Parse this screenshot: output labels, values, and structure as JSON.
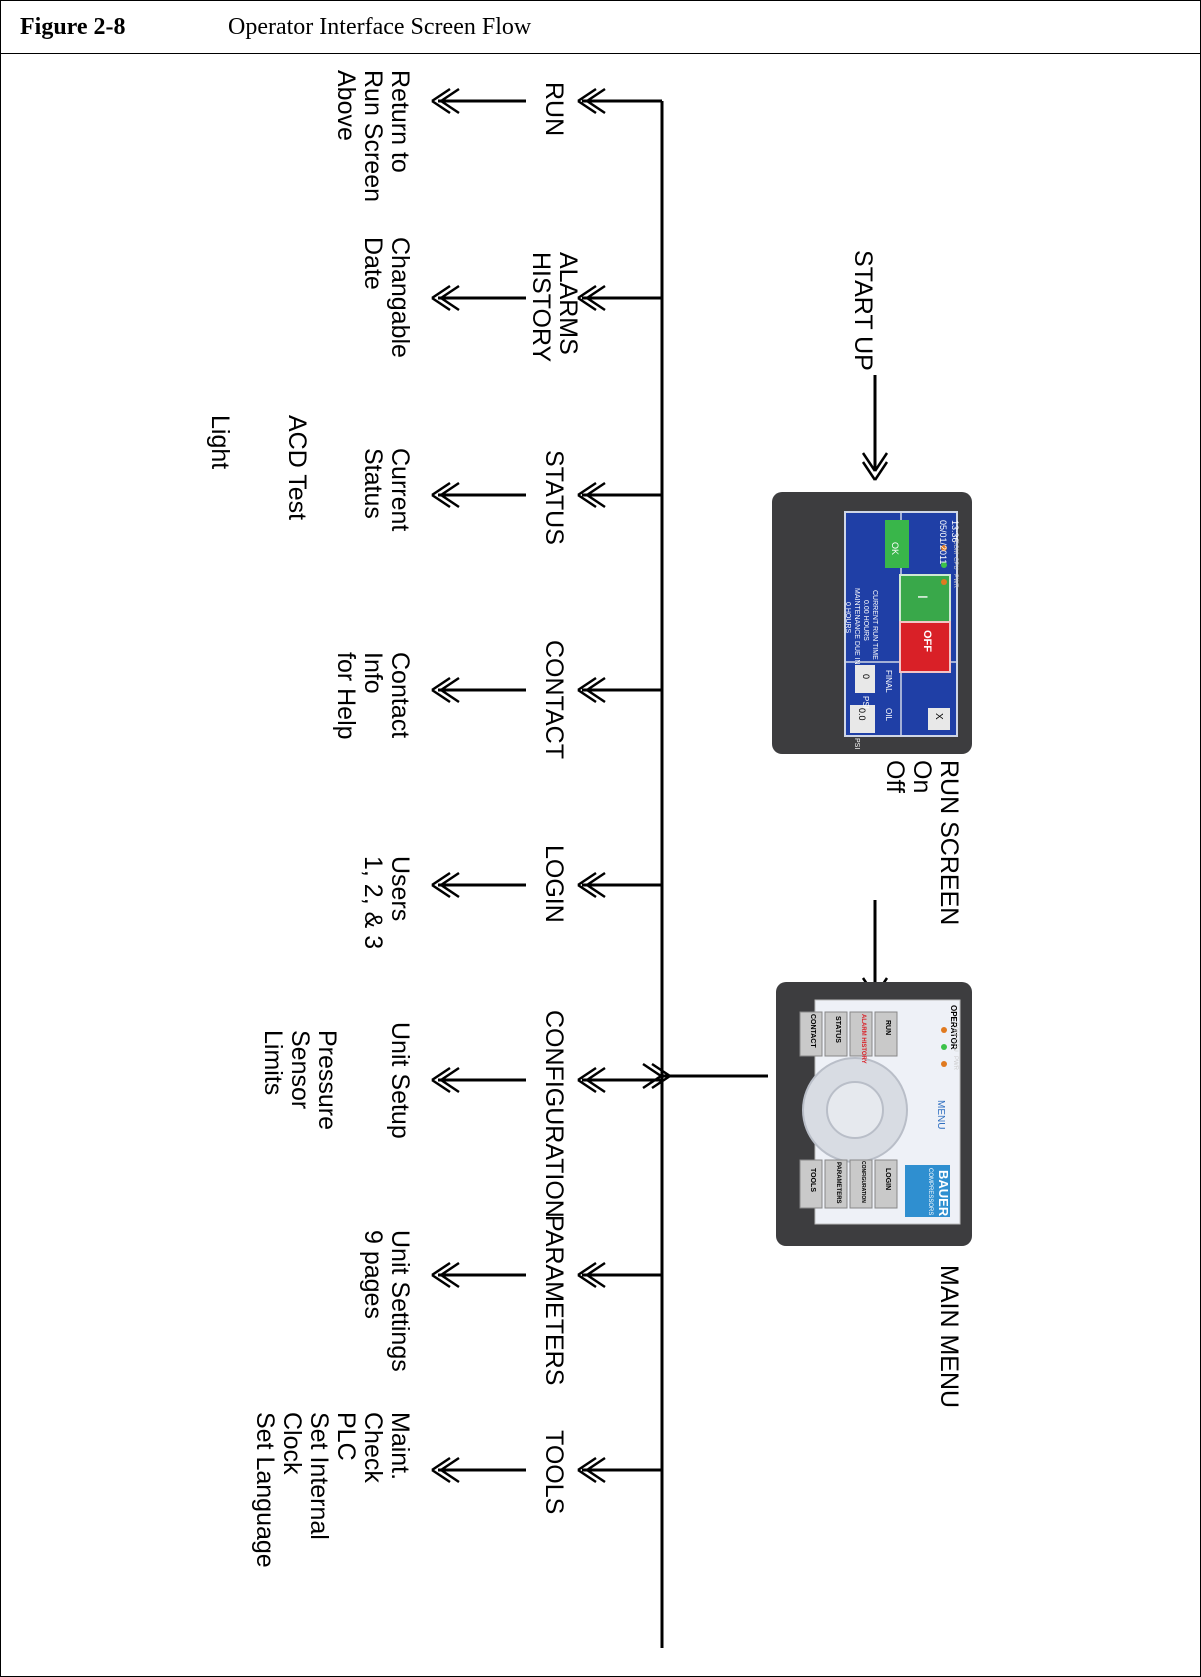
{
  "header": {
    "figure_number": "Figure 2-8",
    "figure_title": "Operator Interface Screen Flow"
  },
  "startup": "START UP",
  "run_screen": {
    "title": "RUN SCREEN",
    "lines": [
      "On",
      "Off"
    ]
  },
  "main_menu": {
    "title": "MAIN MENU"
  },
  "run_panel": {
    "time": "13:36",
    "date": "05/01/2011",
    "close": "X",
    "off_button": "OFF",
    "on_button": "I",
    "ok_button": "OK",
    "final_label": "FINAL",
    "final_value": "0",
    "final_unit": "PSI",
    "oil_label": "OIL",
    "oil_value": "0.0",
    "oil_unit": "PSI",
    "run_time_label": "CURRENT RUN TIME",
    "run_time_value": "0.00 HOURS",
    "maint_label": "MAINTENANCE DUE IN",
    "maint_value": "0 HOURS",
    "leds": [
      "COM",
      "CPU",
      "PWR"
    ]
  },
  "menu_panel": {
    "operator": "OPERATOR",
    "menu": "MENU",
    "brand": "BAUER",
    "brand_sub": "COMPRESSORS",
    "left_buttons": [
      "RUN",
      "ALARM HISTORY",
      "STATUS",
      "CONTACT"
    ],
    "right_buttons": [
      "LOGIN",
      "CONFIGURATION",
      "PARAMETERS",
      "TOOLS"
    ],
    "leds": [
      "COM",
      "CPU",
      "PWR"
    ]
  },
  "branches": [
    {
      "label": "RUN",
      "desc": [
        "Return to",
        "Run Screen",
        "Above"
      ],
      "extra": []
    },
    {
      "label": "ALARMS\nHISTORY",
      "desc": [
        "Changable",
        "Date"
      ],
      "extra": []
    },
    {
      "label": "STATUS",
      "desc": [
        "Current",
        "Status"
      ],
      "extra": [
        "ACD Test",
        "Light"
      ]
    },
    {
      "label": "CONTACT",
      "desc": [
        "Contact",
        "Info",
        "for Help"
      ],
      "extra": []
    },
    {
      "label": "LOGIN",
      "desc": [
        "Users",
        "1, 2, & 3"
      ],
      "extra": []
    },
    {
      "label": "CONFIGURATION",
      "desc": [
        "Unit Setup"
      ],
      "extra": [
        "Pressure",
        "Sensor",
        "Limits"
      ]
    },
    {
      "label": "PARAMETERS",
      "desc": [
        "Unit Settings",
        "9 pages"
      ],
      "extra": []
    },
    {
      "label": "TOOLS",
      "desc": [
        "Maint.",
        "Check",
        "PLC",
        "Set Internal",
        "Clock",
        "Set Language"
      ],
      "extra": []
    }
  ]
}
